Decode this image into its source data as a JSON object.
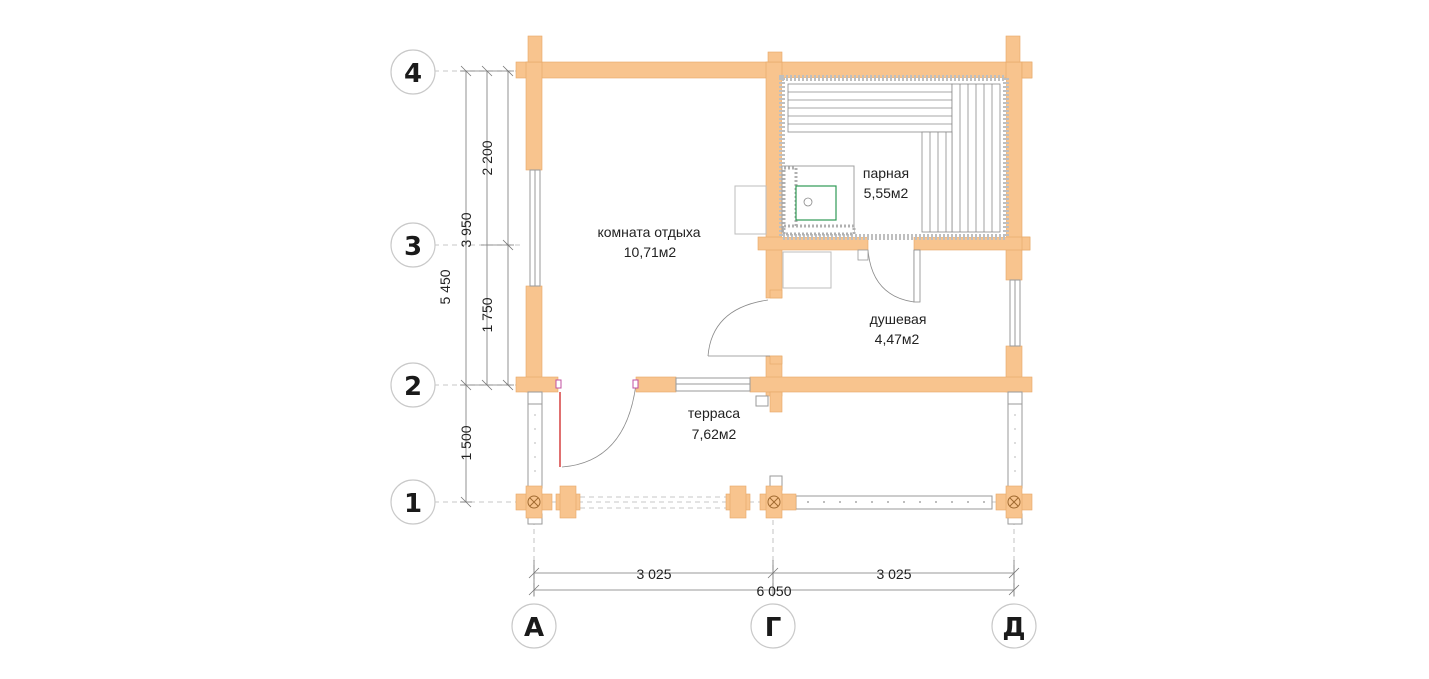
{
  "axes": {
    "rows": [
      "1",
      "2",
      "3",
      "4"
    ],
    "cols": [
      "А",
      "Г",
      "Д"
    ]
  },
  "dimensions": {
    "h_left": "3 025",
    "h_right": "3 025",
    "h_total": "6 050",
    "v_4_3": "2 200",
    "v_3_2": "1 750",
    "v_4_2": "3 950",
    "v_total": "5 450",
    "v_2_1": "1 500"
  },
  "rooms": [
    {
      "name": "комната отдыха",
      "area": "10,71м2"
    },
    {
      "name": "парная",
      "area": "5,55м2"
    },
    {
      "name": "душевая",
      "area": "4,47м2"
    },
    {
      "name": "терраса",
      "area": "7,62м2"
    }
  ],
  "colors": {
    "wall_fill": "#f8c48e",
    "wall_edge": "#e6a766",
    "door_leaf": "#e07070",
    "stove_tank": "#2e9a55"
  }
}
